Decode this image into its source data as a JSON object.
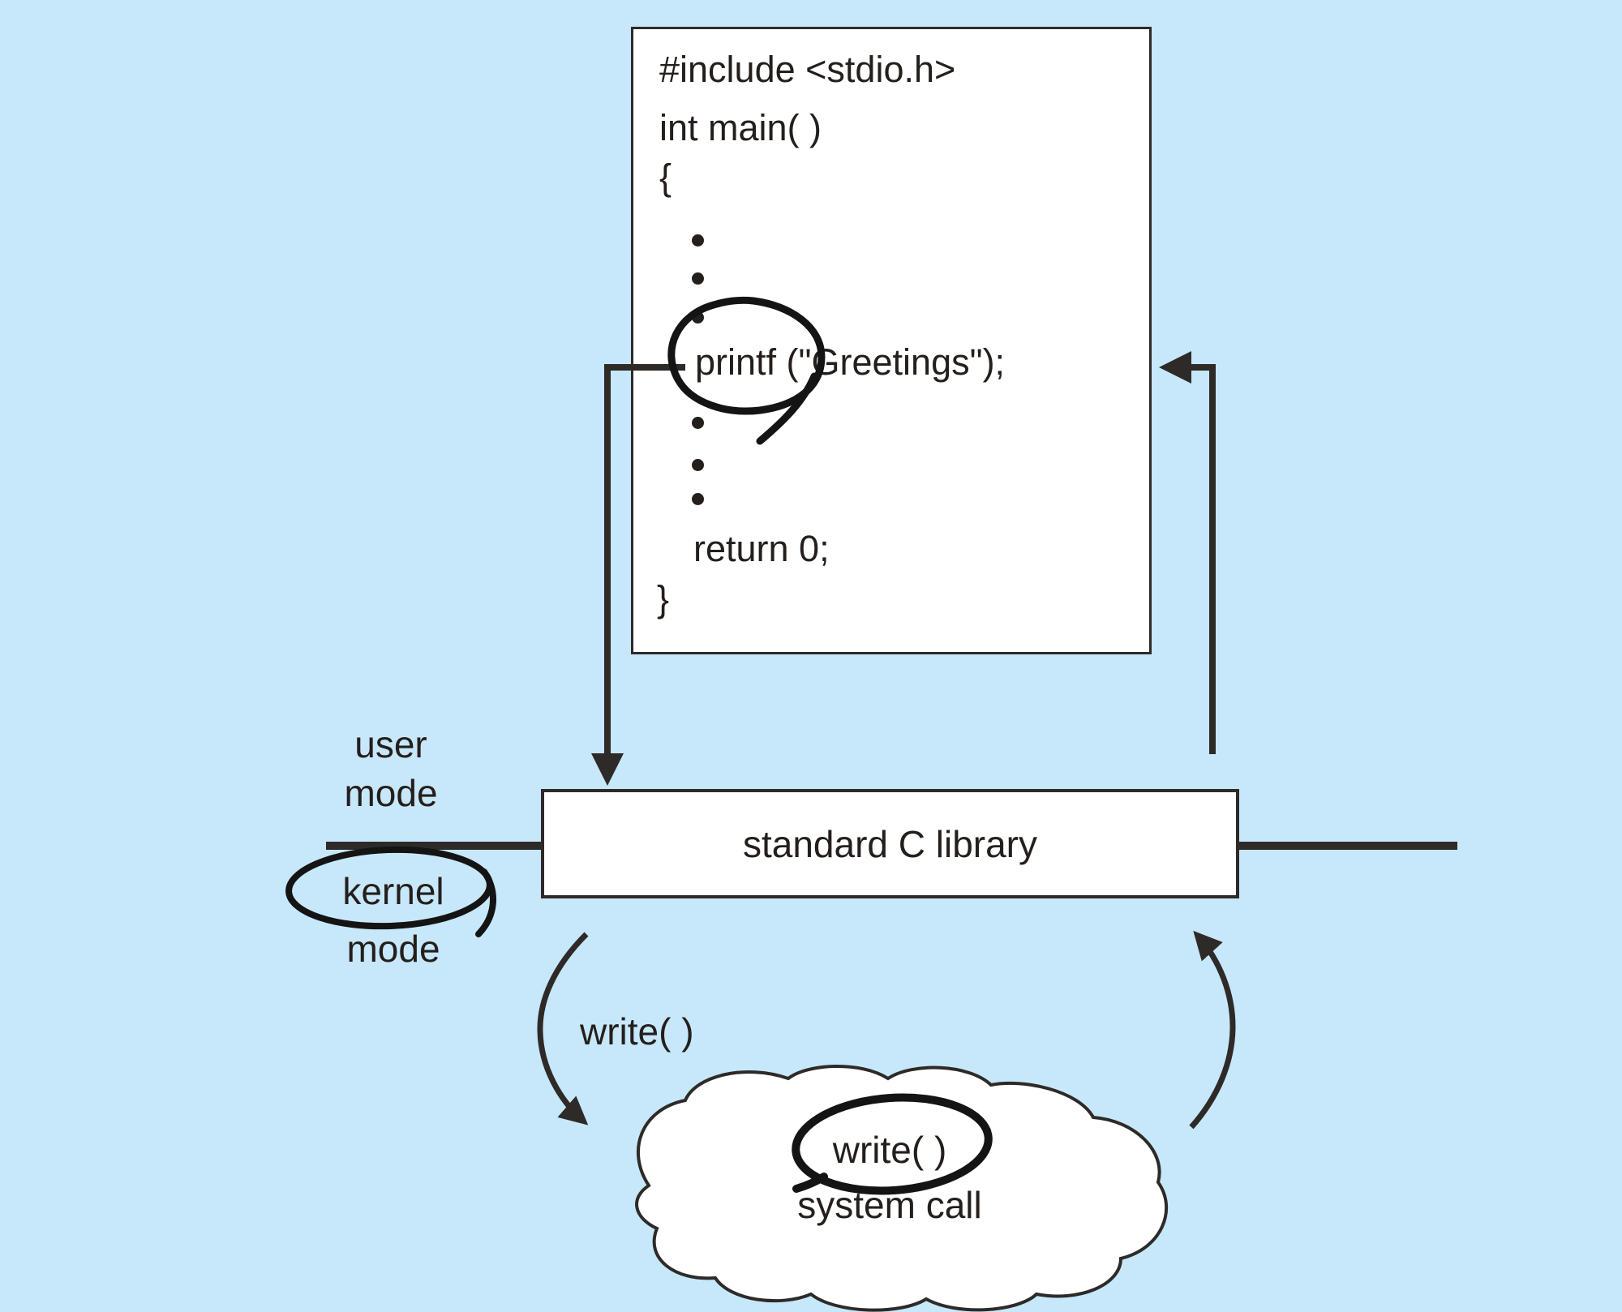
{
  "colors": {
    "background": "#c7e8fa",
    "ink": "#2d2a28",
    "annotation_ink": "#141414",
    "text": "#241f1c",
    "box_fill": "#ffffff"
  },
  "code_box": {
    "line_include": "#include <stdio.h>",
    "line_main": "int main( )",
    "line_open_brace": "{",
    "line_printf": "printf (\"Greetings\");",
    "line_return": "return 0;",
    "line_close_brace": "}"
  },
  "mode_labels": {
    "user_line1": "user",
    "user_line2": "mode",
    "kernel_line1": "kernel",
    "kernel_line2": "mode"
  },
  "library_box": {
    "label": "standard C library"
  },
  "write_arrow_label": "write( )",
  "cloud": {
    "line1": "write( )",
    "line2": "system call"
  }
}
